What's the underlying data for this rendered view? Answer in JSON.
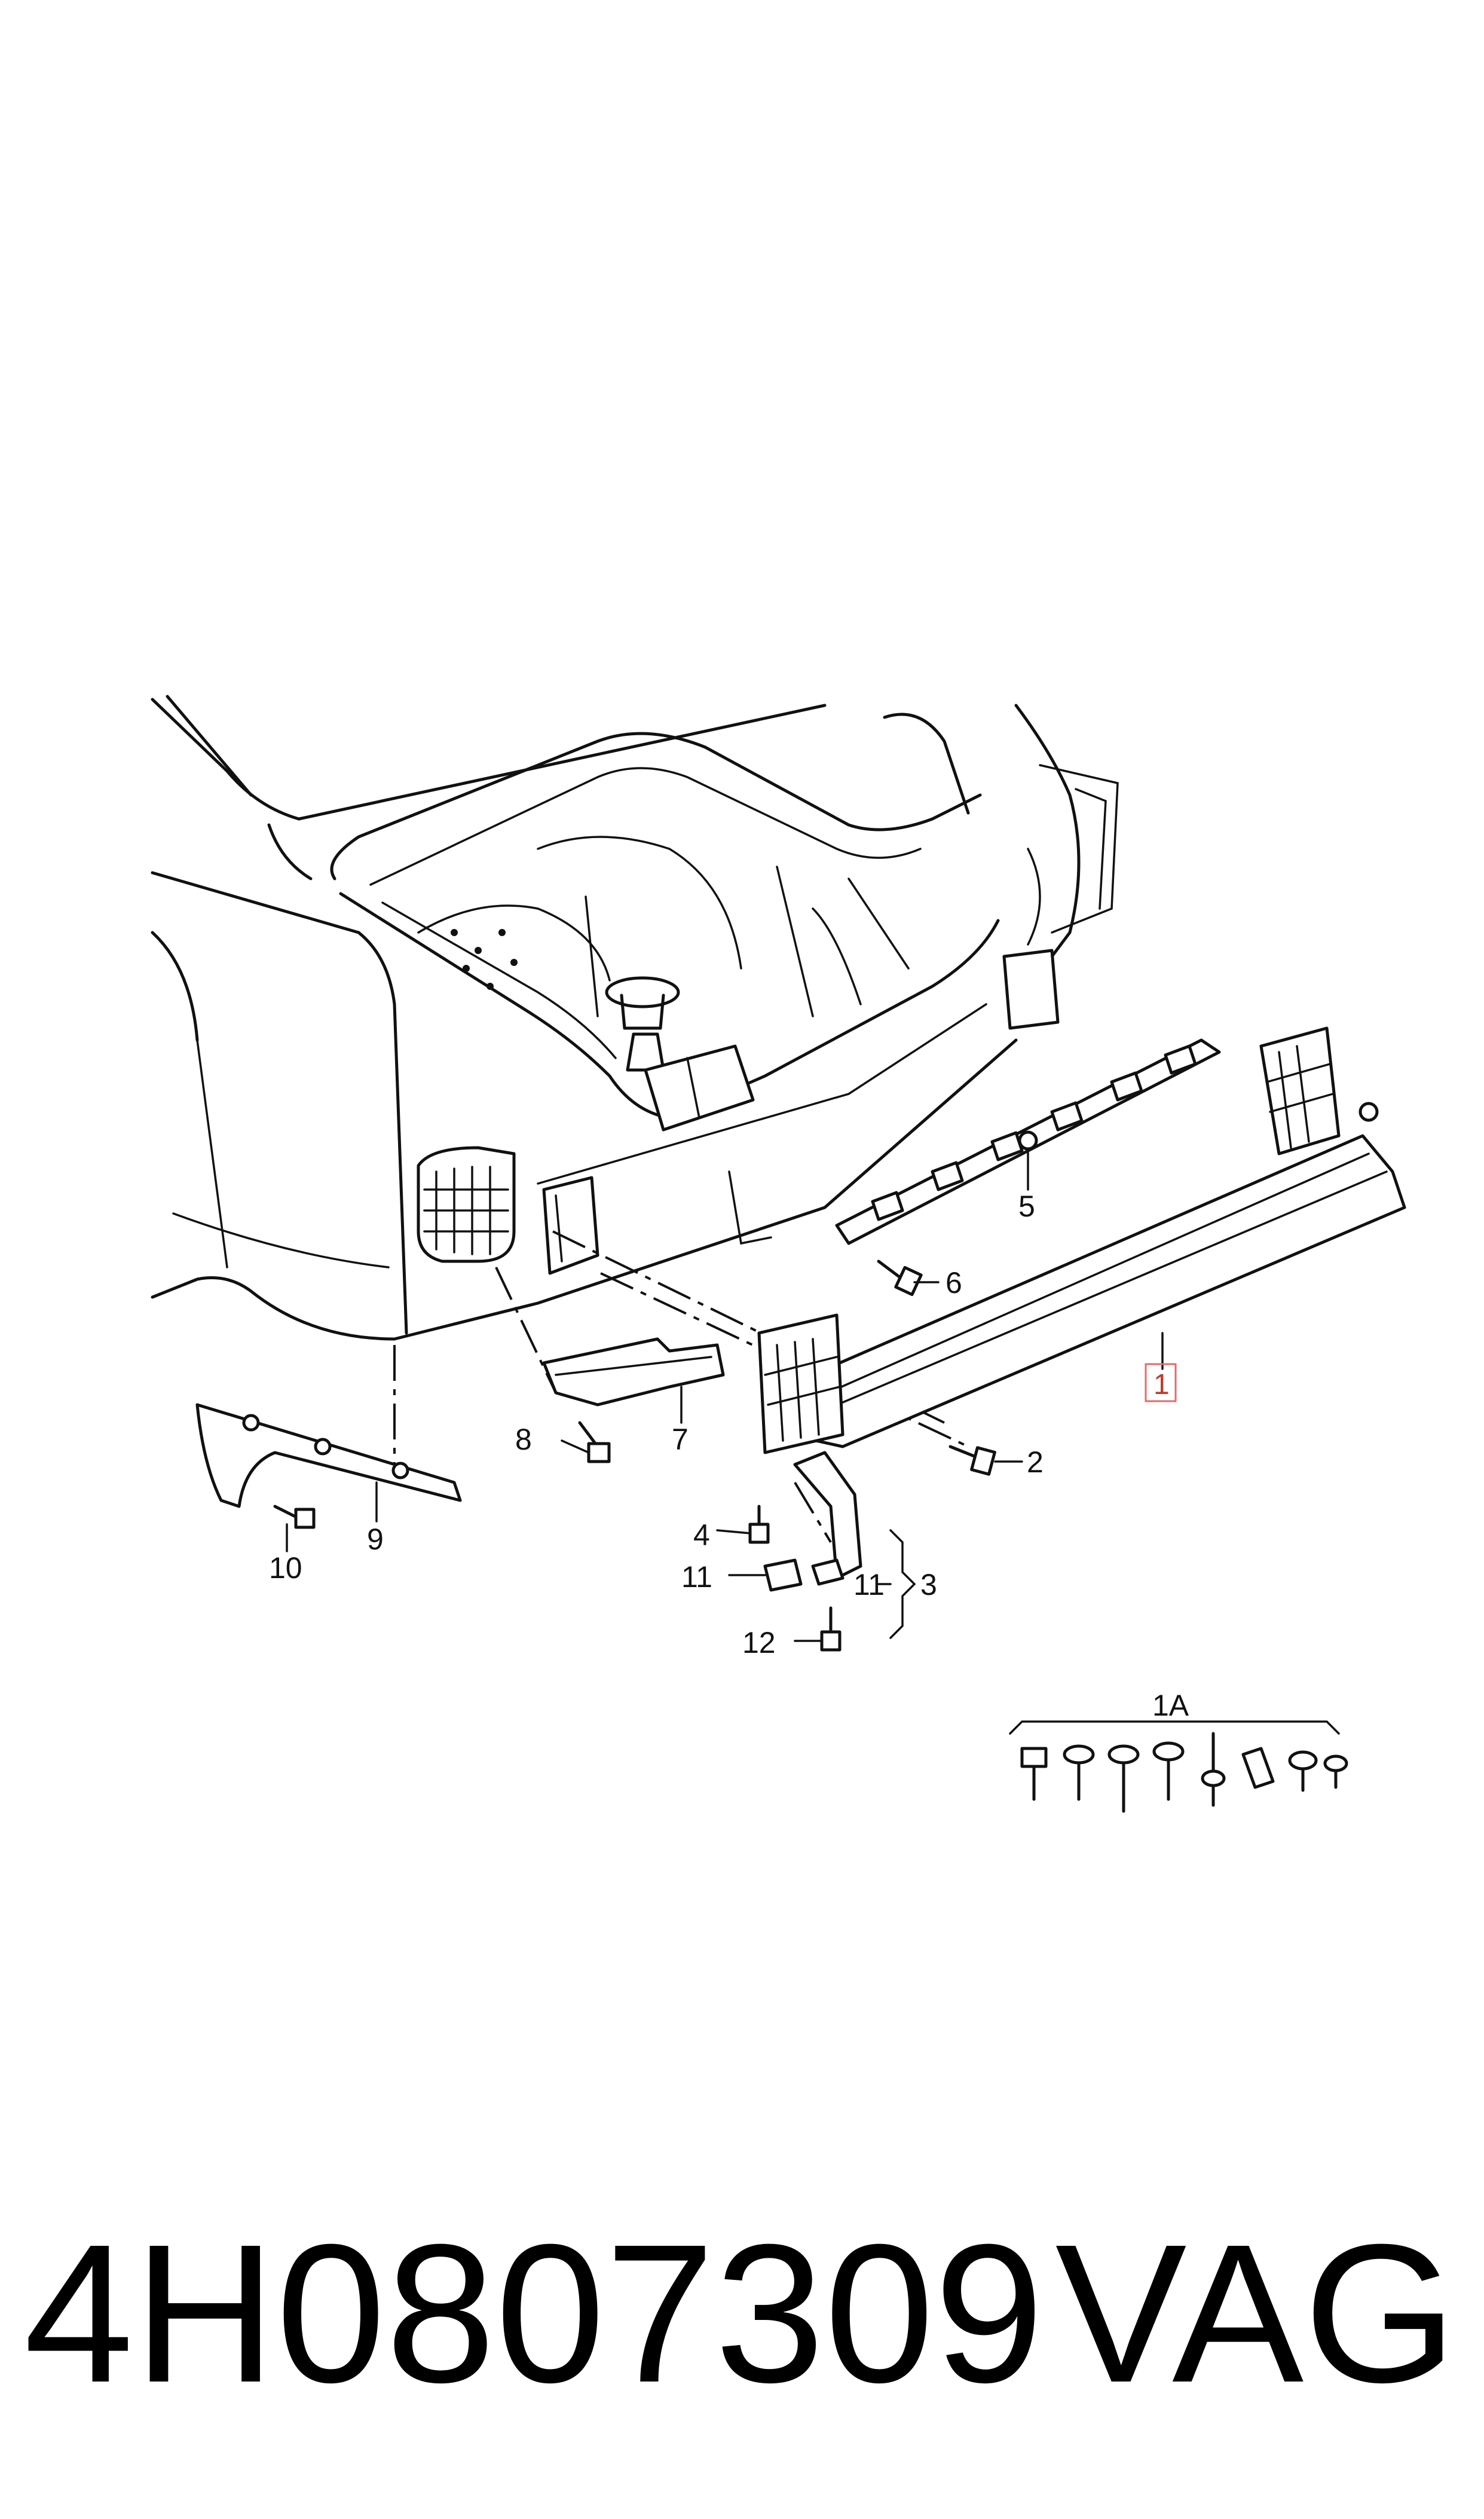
{
  "callouts": {
    "c1": "1",
    "c1a": "1A",
    "c2": "2",
    "c3": "3",
    "c4": "4",
    "c5": "5",
    "c6": "6",
    "c7": "7",
    "c8": "8",
    "c9": "9",
    "c10": "10",
    "c11a": "11",
    "c11b": "11",
    "c12": "12"
  },
  "footer": {
    "part_number": "4H0807309",
    "brand": "VAG"
  },
  "colors": {
    "line": "#111111",
    "highlight": "#e36b6b"
  }
}
